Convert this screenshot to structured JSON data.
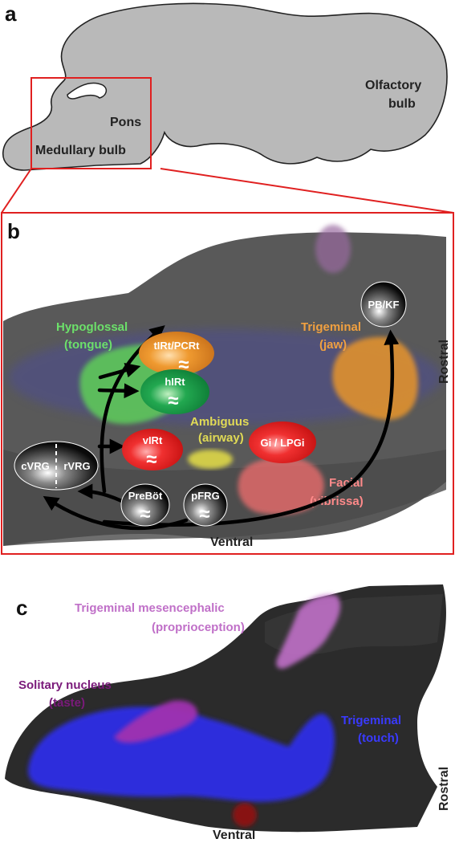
{
  "panel_a": {
    "label": "a",
    "olfactory": [
      "Olfactory",
      "bulb"
    ],
    "pons": "Pons",
    "medullary": "Medullary bulb"
  },
  "panel_b": {
    "label": "b",
    "rostral": "Rostral",
    "ventral": "Ventral",
    "hypoglossal": [
      "Hypoglossal",
      "(tongue)"
    ],
    "trigeminal": [
      "Trigeminal",
      "(jaw)"
    ],
    "ambiguus": [
      "Ambiguus",
      "(airway)"
    ],
    "facial": [
      "Facial",
      "(vibrissa)"
    ],
    "nuclei": {
      "pbkf": "PB/KF",
      "tirt": "tIRt/PCRt",
      "hirt": "hIRt",
      "virt": "vIRt",
      "gi": "Gi / LPGi",
      "cvrg": "cVRG",
      "rvrg": "rVRG",
      "preboti": "PreBöt",
      "pfrg": "pFRG"
    },
    "oscillator_symbol": "≈",
    "colors": {
      "hypoglossal": "#5ecf58",
      "trigeminal": "#e8952a",
      "ambiguus": "#d8d24a",
      "facial": "#e06a6a",
      "vIRt": "#e52222",
      "hIRt": "#1a9a48",
      "tIRt": "#e88a22",
      "black_nuclei": "#111111"
    }
  },
  "panel_c": {
    "label": "c",
    "trig_mes": [
      "Trigeminal mesencephalic",
      "(proprioception)"
    ],
    "solitary": [
      "Solitary nucleus",
      "(taste)"
    ],
    "trig_touch": [
      "Trigeminal",
      "(touch)"
    ],
    "rostral": "Rostral",
    "ventral": "Ventral",
    "colors": {
      "trig_mes": "#c070c8",
      "solitary": "#7a1a7a",
      "touch": "#3030ff"
    }
  }
}
